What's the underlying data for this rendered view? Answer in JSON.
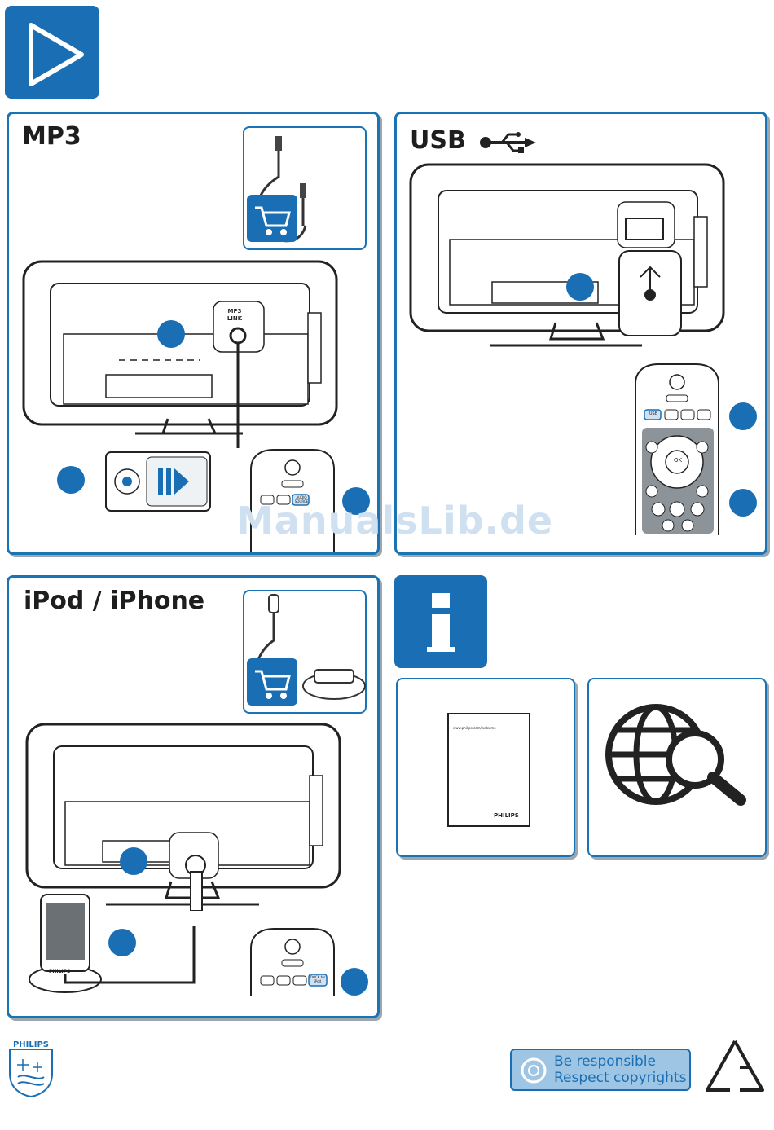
{
  "sections": {
    "mp3": {
      "title": "MP3",
      "jack_label": "MP3 LINK",
      "remote_key": "AUDIO SOURCE"
    },
    "usb": {
      "title": "USB",
      "remote_key": "USB",
      "ok_label": "OK"
    },
    "ipod": {
      "title": "iPod / iPhone",
      "dock_brand": "PHILIPS",
      "remote_key": "DOCK for iPod"
    },
    "info": {
      "manual_url": "www.philips.com/welcome",
      "manual_brand": "PHILIPS"
    }
  },
  "footer": {
    "brand": "PHILIPS",
    "badge_line1": "Be responsible",
    "badge_line2": "Respect copyrights"
  },
  "watermark": "ManualsLib.de",
  "colors": {
    "accent": "#1a6fb4",
    "panel_border": "#1a73b5",
    "shadow": "#9aa6b0"
  }
}
